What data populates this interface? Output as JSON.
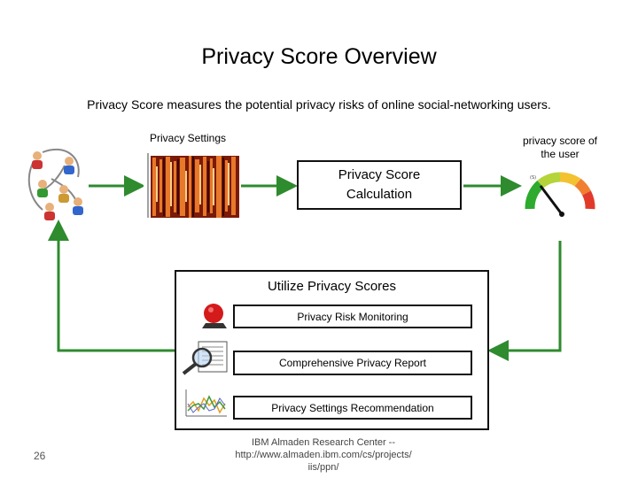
{
  "title": "Privacy Score Overview",
  "subtitle": "Privacy Score measures the potential privacy risks of online social-networking users.",
  "privacy_settings_label": "Privacy Settings",
  "score_label_line1": "privacy score of",
  "score_label_line2": "the user",
  "calculation_line1": "Privacy Score",
  "calculation_line2": "Calculation",
  "utilize_title": "Utilize Privacy Scores",
  "utilize_items": [
    "Privacy Risk Monitoring",
    "Comprehensive Privacy Report",
    "Privacy Settings Recommendation"
  ],
  "slide_number": "26",
  "footer_line1": "IBM Almaden Research Center --",
  "footer_line2": "http://www.almaden.ibm.com/cs/projects/",
  "footer_line3": "iis/ppn/",
  "colors": {
    "arrow_green": "#2e8b2e",
    "box_border": "#111111"
  }
}
